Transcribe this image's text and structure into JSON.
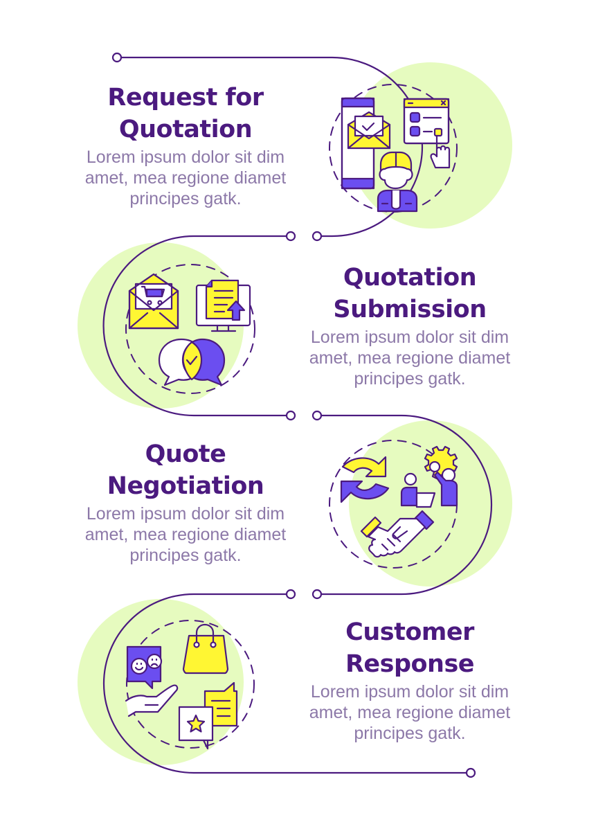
{
  "colors": {
    "primary": "#4b1a7f",
    "accent_purple": "#6b4ef0",
    "accent_yellow": "#fff633",
    "blob_green": "#e6fbbf",
    "text_muted": "#8c78a8"
  },
  "steps": [
    {
      "title_lines": [
        "Request for",
        "Quotation"
      ],
      "desc_lines": [
        "Lorem ipsum dolor sit dim",
        "amet, mea regione diamet",
        "principes gatk."
      ],
      "icons": [
        "smartphone-email-check-icon",
        "browser-window-click-icon",
        "customer-person-icon"
      ]
    },
    {
      "title_lines": [
        "Quotation",
        "Submission"
      ],
      "desc_lines": [
        "Lorem ipsum dolor sit dim",
        "amet, mea regione diamet",
        "principes gatk."
      ],
      "icons": [
        "envelope-cart-icon",
        "monitor-document-upload-icon",
        "speech-bubbles-agreement-icon"
      ]
    },
    {
      "title_lines": [
        "Quote",
        "Negotiation"
      ],
      "desc_lines": [
        "Lorem ipsum dolor sit dim",
        "amet, mea regione diamet",
        "principes gatk."
      ],
      "icons": [
        "refresh-arrows-icon",
        "team-gear-meeting-icon",
        "handshake-icon"
      ]
    },
    {
      "title_lines": [
        "Customer",
        "Response"
      ],
      "desc_lines": [
        "Lorem ipsum dolor sit dim",
        "amet, mea regione diamet",
        "principes gatk."
      ],
      "icons": [
        "feedback-faces-hand-icon",
        "shopping-bag-icon",
        "review-star-chat-icon"
      ]
    }
  ]
}
